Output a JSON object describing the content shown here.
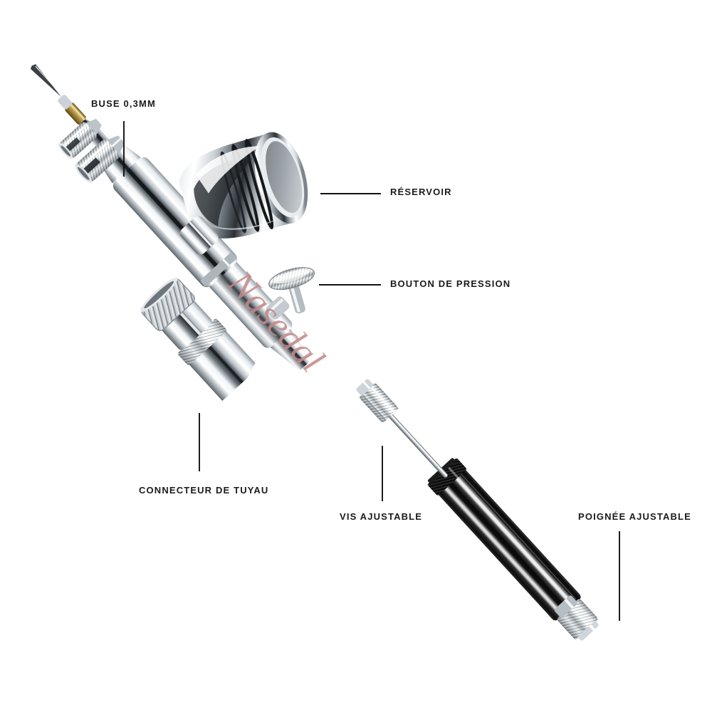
{
  "product": {
    "brand_text": "Nasedal",
    "brand_text_color": "#c28a8a",
    "type": "airbrush-exploded-diagram",
    "background_color": "#ffffff"
  },
  "callouts": [
    {
      "id": "nozzle",
      "label": "BUSE 0,3MM",
      "leader": "vertical",
      "part_name": "nozzle-caps"
    },
    {
      "id": "reservoir",
      "label": "RÉSERVOIR",
      "leader": "horizontal",
      "part_name": "paint-cup"
    },
    {
      "id": "trigger",
      "label": "BOUTON DE PRESSION",
      "leader": "horizontal",
      "part_name": "trigger-button"
    },
    {
      "id": "hose-connector",
      "label": "CONNECTEUR DE TUYAU",
      "leader": "vertical",
      "part_name": "hose-connector"
    },
    {
      "id": "adjust-screw",
      "label": "VIS AJUSTABLE",
      "leader": "vertical",
      "part_name": "adjustment-screw"
    },
    {
      "id": "handle",
      "label": "POIGNÉE AJUSTABLE",
      "leader": "vertical",
      "part_name": "black-handle"
    }
  ],
  "colors": {
    "label_text": "#1b1b1b",
    "leader_line": "#111111",
    "chrome_light": "#ffffff",
    "chrome_mid": "#c9ced3",
    "chrome_dark": "#4a5055",
    "chrome_shadow": "#1d2124",
    "handle_black": "#141414",
    "handle_highlight": "#d8d8d8",
    "brass": "#b99b4e"
  }
}
